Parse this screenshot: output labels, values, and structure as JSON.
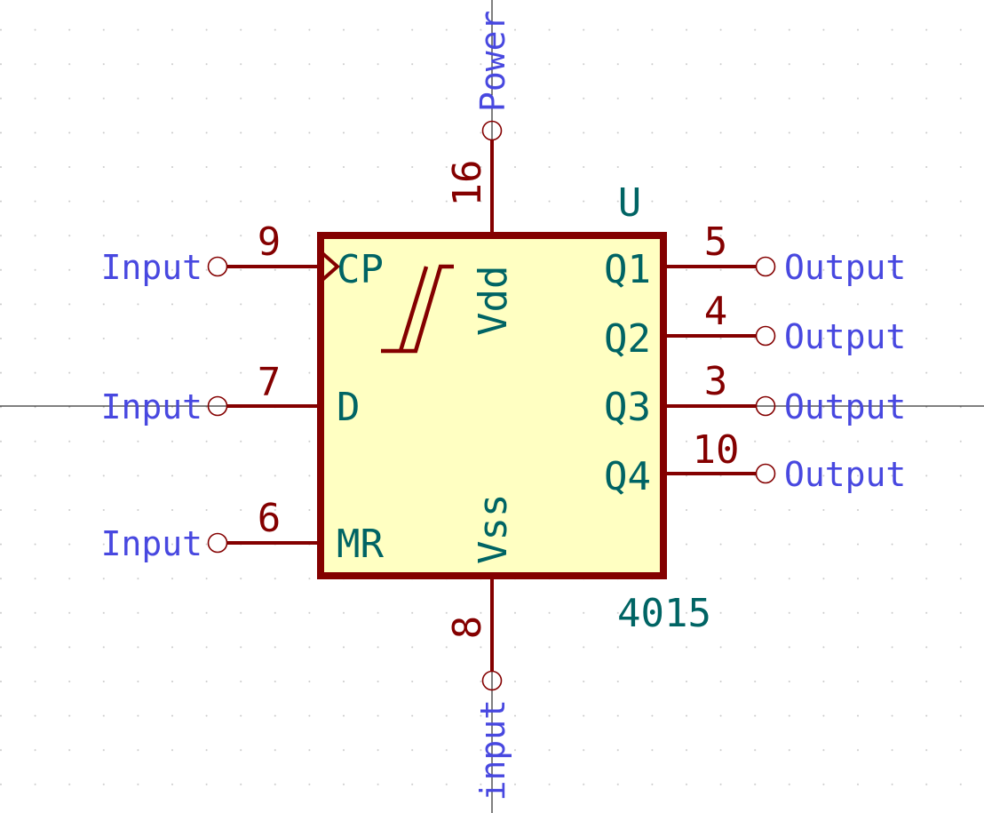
{
  "symbol": {
    "reference": "U",
    "value": "4015",
    "body_color": "#ffffc2",
    "outline_color": "#840000",
    "pin_color": "#840000",
    "pin_name_color": "#006464",
    "pin_type_color": "#4848e0",
    "schmitt_icon": "schmitt-trigger-icon",
    "clock_icon": "clock-triangle-icon"
  },
  "pins": {
    "cp": {
      "number": "9",
      "name": "CP",
      "type": "Input"
    },
    "d": {
      "number": "7",
      "name": "D",
      "type": "Input"
    },
    "mr": {
      "number": "6",
      "name": "MR",
      "type": "Input"
    },
    "q1": {
      "number": "5",
      "name": "Q1",
      "type": "Output"
    },
    "q2": {
      "number": "4",
      "name": "Q2",
      "type": "Output"
    },
    "q3": {
      "number": "3",
      "name": "Q3",
      "type": "Output"
    },
    "q4": {
      "number": "10",
      "name": "Q4",
      "type": "Output"
    },
    "vdd": {
      "number": "16",
      "name": "Vdd",
      "type": "Power"
    },
    "vss": {
      "number": "8",
      "name": "Vss",
      "type": "input"
    }
  }
}
